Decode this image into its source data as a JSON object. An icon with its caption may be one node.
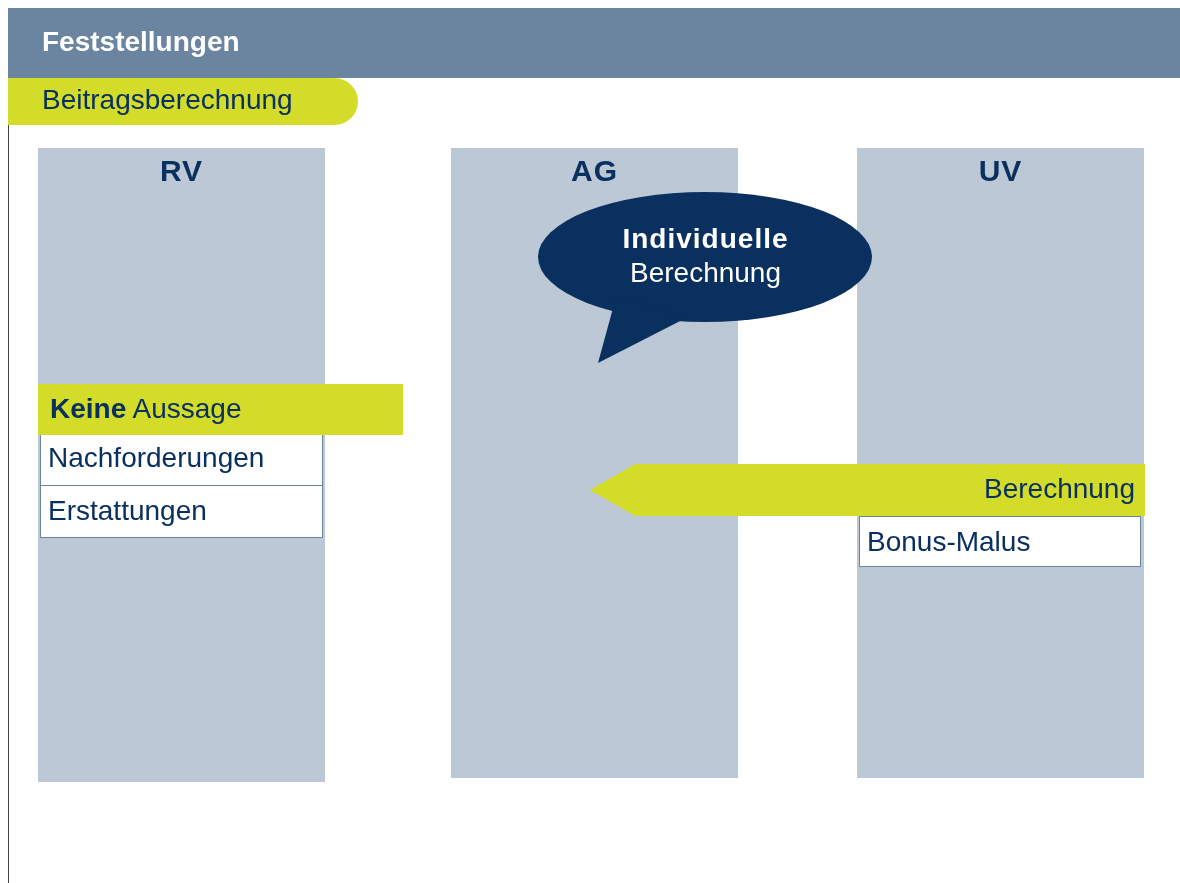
{
  "diagram": {
    "title": "Feststellungen",
    "nodes": [
      {
        "text": [
          "Beitragsberechnung"
        ]
      },
      {
        "text": [
          "RV"
        ]
      },
      {
        "text": [
          "AG"
        ]
      },
      {
        "text": [
          "UV"
        ]
      },
      {
        "text": [
          "Individuelle",
          "Berechnung"
        ]
      },
      {
        "text": [
          "**Keine** Aussage"
        ]
      },
      {
        "text": [
          "Nachforderungen"
        ],
        "in": 1
      },
      {
        "text": [
          "Erstattungen"
        ],
        "in": 1
      },
      {
        "text": [
          "Berechnung"
        ]
      },
      {
        "text": [
          "Bonus-Malus"
        ],
        "in": 3
      }
    ]
  }
}
